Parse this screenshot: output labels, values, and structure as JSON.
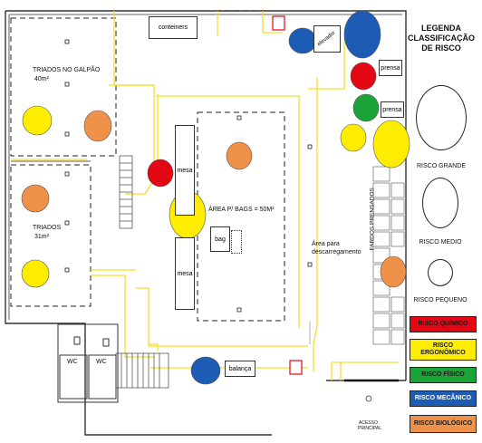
{
  "labels": {
    "containers": "conteiners",
    "elevator": "elevador",
    "press_1": "prensa",
    "press_2": "prensa",
    "sorted_warehouse": "TRIADOS NO GALPÃO",
    "sorted_warehouse_area": "40m²",
    "sorted": "TRIADOS",
    "sorted_area": "31m²",
    "bags_area": "ÁREA P/ BAGS = 50M²",
    "table_1": "mesa",
    "table_2": "mesa",
    "bag": "bag",
    "unloading_area_line1": "Área para",
    "unloading_area_line2": "descarregamento",
    "pressed_bales": "FARDOS PRENSADOS",
    "wc_1": "WC",
    "wc_2": "WC",
    "scale": "balança",
    "main_access_line1": "ACESSO",
    "main_access_line2": "PRINCIPAL"
  },
  "legend": {
    "title_line1": "LEGENDA",
    "title_line2": "CLASSIFICAÇÃO",
    "title_line3": "DE RISCO",
    "sizes": {
      "large": "RISCO GRANDE",
      "medium": "RISCO MEDIO",
      "small": "RISCO PEQUENO"
    },
    "types": [
      {
        "label": "RISCO QUÍMICO",
        "color": "#e30613",
        "text_color": "#1a1a1a"
      },
      {
        "label": "RISCO ERGONÔMICO",
        "color": "#ffed00",
        "text_color": "#1a1a1a"
      },
      {
        "label": "RISCO FÍSICO",
        "color": "#1aa437",
        "text_color": "#1a1a1a"
      },
      {
        "label": "RISCO MECÂNICO",
        "color": "#1d5cb4",
        "text_color": "#ffffff"
      },
      {
        "label": "RISCO BIOLÓGICO",
        "color": "#f0914a",
        "text_color": "#1a1a1a"
      }
    ]
  },
  "risk_markers": [
    {
      "name": "ergonomic-risk-marker-warehouse-left",
      "type": "ergonomic",
      "size": "medium"
    },
    {
      "name": "biological-risk-marker-warehouse-right",
      "type": "biological",
      "size": "medium"
    },
    {
      "name": "biological-risk-marker-sorted-top",
      "type": "biological",
      "size": "medium"
    },
    {
      "name": "ergonomic-risk-marker-sorted-bottom",
      "type": "ergonomic",
      "size": "medium"
    },
    {
      "name": "mechanical-risk-marker-elevator-small",
      "type": "mechanical",
      "size": "medium"
    },
    {
      "name": "mechanical-risk-marker-elevator-large",
      "type": "mechanical",
      "size": "large"
    },
    {
      "name": "chemical-risk-marker-press",
      "type": "chemical",
      "size": "medium"
    },
    {
      "name": "physical-risk-marker-press",
      "type": "physical",
      "size": "medium"
    },
    {
      "name": "ergonomic-risk-marker-press-small",
      "type": "ergonomic",
      "size": "medium"
    },
    {
      "name": "ergonomic-risk-marker-press-large",
      "type": "ergonomic",
      "size": "large"
    },
    {
      "name": "chemical-risk-marker-table",
      "type": "chemical",
      "size": "medium"
    },
    {
      "name": "ergonomic-risk-marker-table",
      "type": "ergonomic",
      "size": "large"
    },
    {
      "name": "biological-risk-marker-bags",
      "type": "biological",
      "size": "medium"
    },
    {
      "name": "biological-risk-marker-bales",
      "type": "biological",
      "size": "medium"
    },
    {
      "name": "mechanical-risk-marker-scale",
      "type": "mechanical",
      "size": "medium"
    }
  ],
  "colors": {
    "chemical": "#e30613",
    "ergonomic": "#ffed00",
    "physical": "#1aa437",
    "mechanical": "#1d5cb4",
    "biological": "#f0914a",
    "walkway": "#f5e54a",
    "wall": "#333333"
  }
}
